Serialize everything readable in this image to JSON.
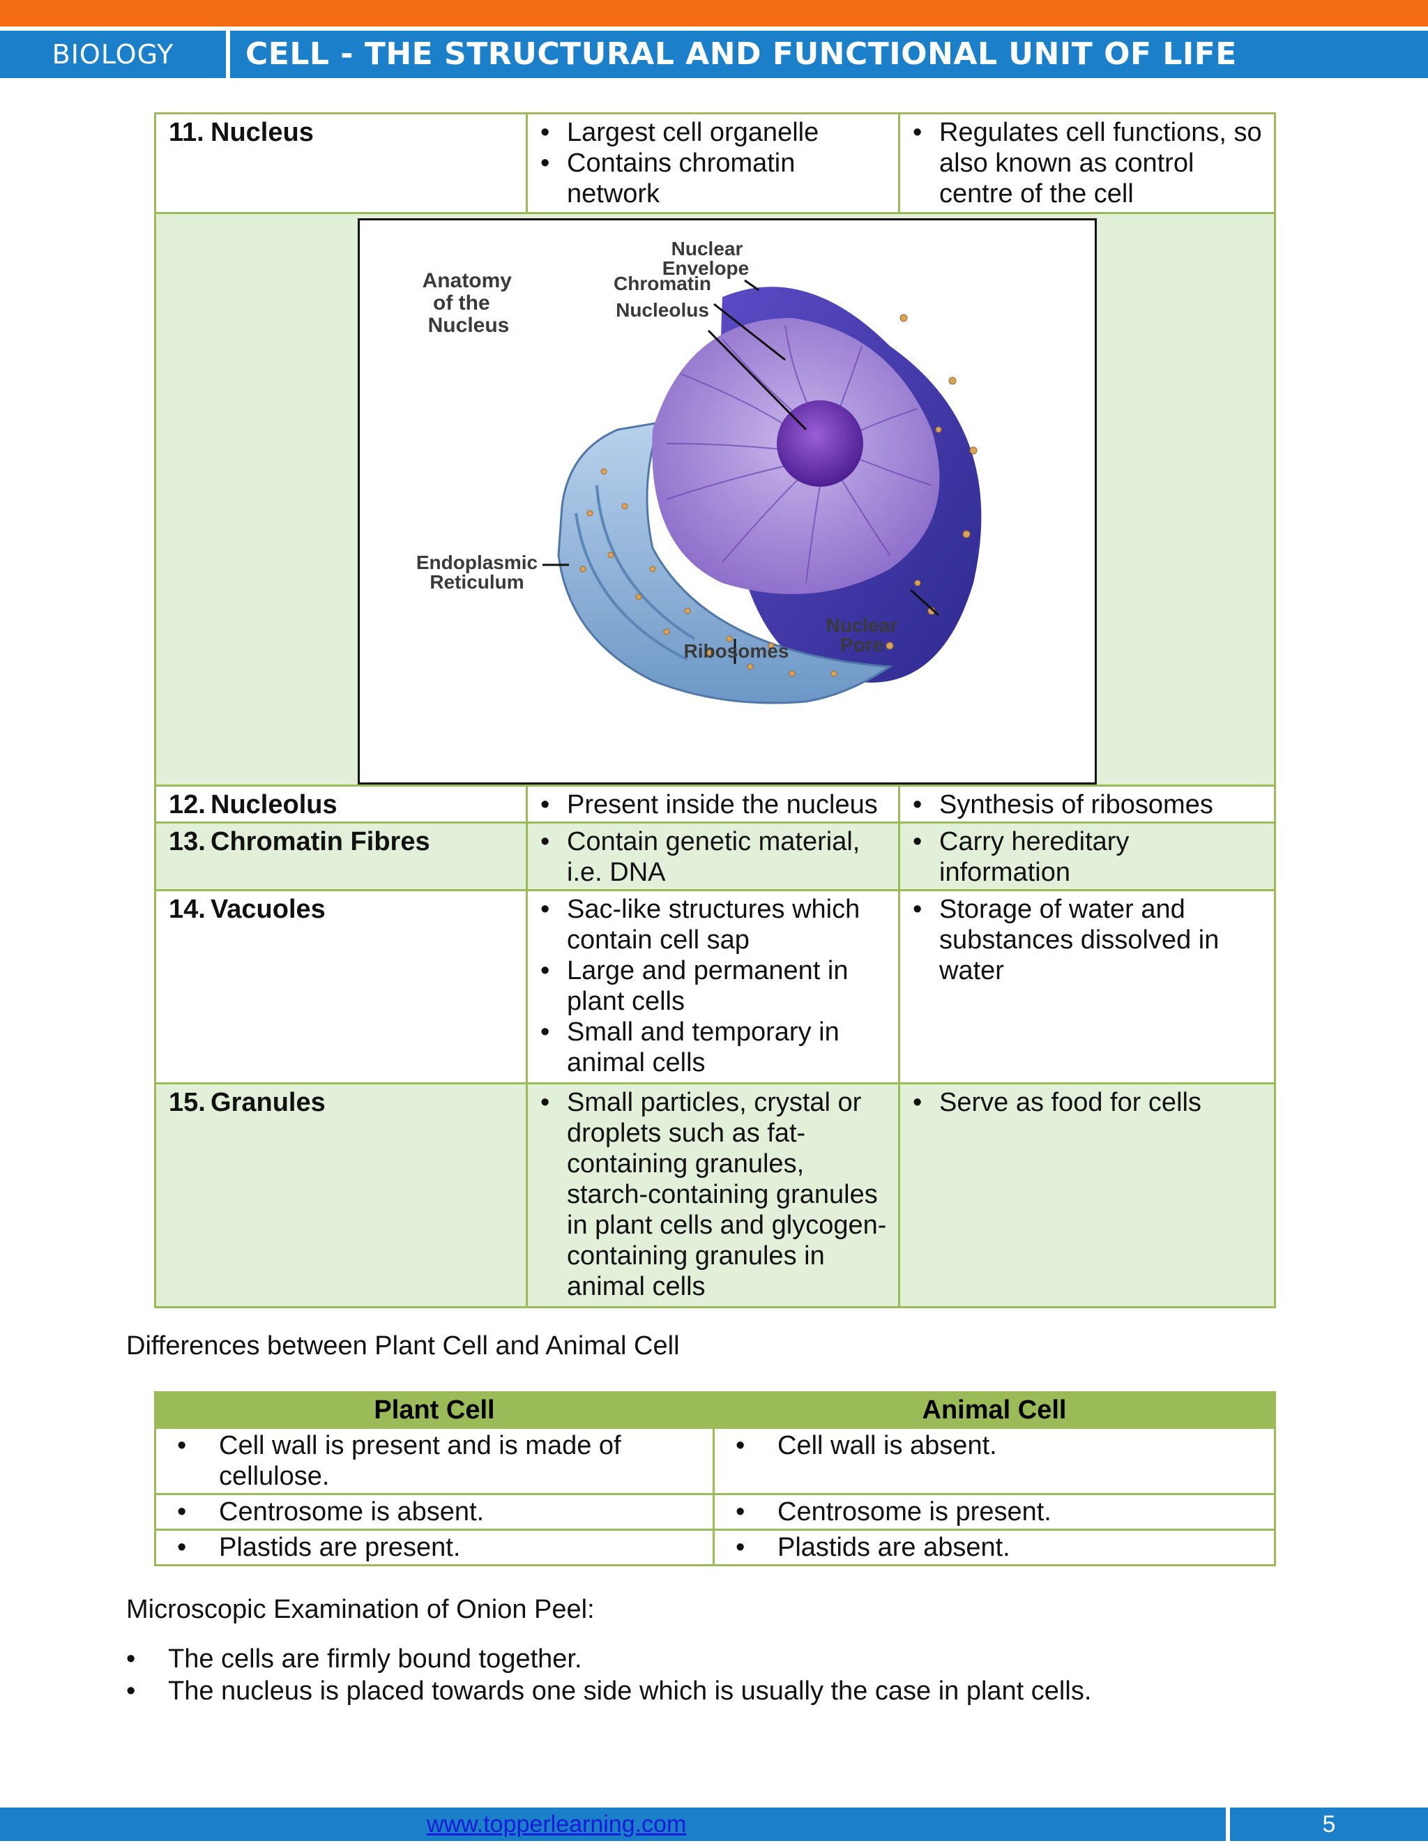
{
  "header": {
    "subject": "BIOLOGY",
    "title": "CELL - THE STRUCTURAL AND FUNCTIONAL UNIT OF LIFE"
  },
  "organelles": [
    {
      "number": "11.",
      "name": "Nucleus",
      "features": [
        "Largest cell organelle",
        "Contains chromatin network"
      ],
      "functions": [
        "Regulates cell functions, so also known as control centre of the cell"
      ]
    },
    {
      "number": "12.",
      "name": "Nucleolus",
      "features": [
        "Present inside the nucleus"
      ],
      "functions": [
        "Synthesis of ribosomes"
      ]
    },
    {
      "number": "13.",
      "name": "Chromatin Fibres",
      "features": [
        "Contain genetic material, i.e. DNA"
      ],
      "functions": [
        "Carry hereditary information"
      ]
    },
    {
      "number": "14.",
      "name": "Vacuoles",
      "features": [
        "Sac-like structures which contain cell sap",
        "Large and permanent in plant cells",
        "Small and temporary in animal cells"
      ],
      "functions": [
        "Storage of water and substances dissolved in water"
      ]
    },
    {
      "number": "15.",
      "name": "Granules",
      "features": [
        "Small particles, crystal or droplets such as fat-containing granules, starch-containing granules in plant cells and glycogen-containing granules in animal cells"
      ],
      "functions": [
        "Serve as food for cells"
      ]
    }
  ],
  "figure": {
    "title": "Anatomy of the Nucleus",
    "labels": {
      "nuclear_envelope": "Nuclear Envelope",
      "chromatin": "Chromatin",
      "nucleolus": "Nucleolus",
      "endoplasmic_reticulum": "Endoplasmic Reticulum",
      "nuclear_pore": "Nuclear Pore",
      "ribosomes": "Ribosomes"
    }
  },
  "differences": {
    "title": "Differences between Plant Cell and Animal Cell",
    "headers": [
      "Plant Cell",
      "Animal Cell"
    ],
    "rows": [
      [
        "Cell wall is present and is made of cellulose.",
        "Cell wall is absent."
      ],
      [
        "Centrosome is absent.",
        "Centrosome is present."
      ],
      [
        "Plastids are present.",
        "Plastids are absent."
      ]
    ]
  },
  "onion": {
    "title": "Microscopic Examination of Onion Peel:",
    "points": [
      "The cells are firmly bound together.",
      "The nucleus is placed towards one side which is usually the case in plant cells."
    ]
  },
  "footer": {
    "website": "www.topperlearning.com",
    "page_number": "5"
  },
  "colors": {
    "header_blue": "#1b7fc9",
    "top_orange": "#f36b12",
    "table_green": "#9bbb59",
    "row_green": "#e2efd9"
  }
}
